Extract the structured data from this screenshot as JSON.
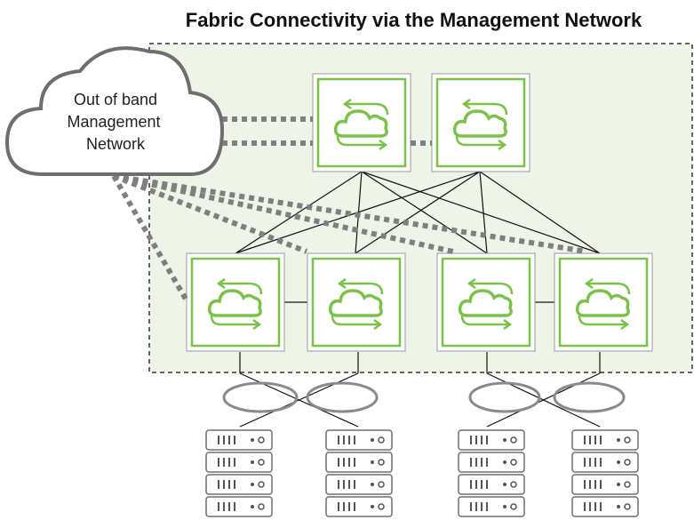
{
  "title": "Fabric Connectivity via the Management Network",
  "cloud": {
    "lines": [
      "Out of band",
      "Management",
      "Network"
    ]
  },
  "switch_icon": "cloud-switch-icon",
  "server_icon": "server-rack-icon",
  "colors": {
    "fabric_bg": "#eef4e7",
    "switch_green": "#7cc24a",
    "mgmt_link": "#7f7f7f",
    "cloud_stroke": "#6e6e6e",
    "link": "#111111"
  },
  "spine_count": 2,
  "leaf_count": 4,
  "server_rack_count": 4
}
